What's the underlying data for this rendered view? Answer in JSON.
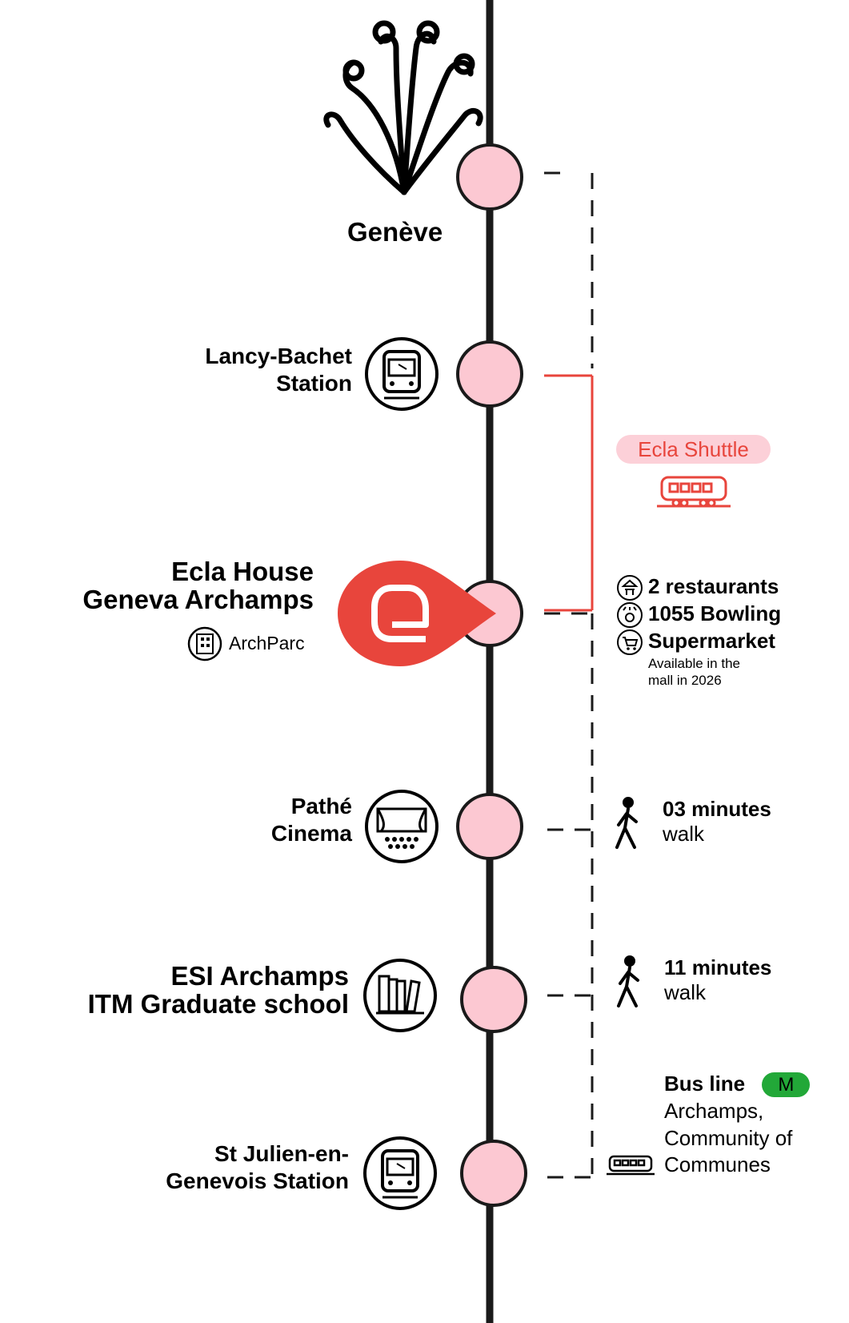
{
  "colors": {
    "line": "#1a1a1a",
    "stop_fill": "#fcc8d2",
    "accent": "#e8453c",
    "shuttle_bg": "#fcd0d8",
    "bus_badge": "#22a838"
  },
  "stations": [
    {
      "label": "Genève",
      "icon": "geneva-fountain-icon"
    },
    {
      "label_line1": "Lancy-Bachet",
      "label_line2": "Station",
      "icon": "train-icon"
    },
    {
      "label_line1": "Ecla House",
      "label_line2": "Geneva Archamps",
      "sub": "ArchParc",
      "icon": "ecla-pin-icon"
    },
    {
      "label_line1": "Pathé",
      "label_line2": "Cinema",
      "icon": "cinema-icon"
    },
    {
      "label_line1": "ESI Archamps",
      "label_line2": "ITM Graduate school",
      "icon": "books-icon"
    },
    {
      "label_line1": "St Julien-en-",
      "label_line2": "Genevois Station",
      "icon": "train-icon"
    }
  ],
  "shuttle": {
    "label": "Ecla Shuttle",
    "icon": "shuttle-bus-icon"
  },
  "amenities": [
    {
      "label": "2 restaurants",
      "icon": "restaurant-icon"
    },
    {
      "label": "1055 Bowling",
      "icon": "bowling-icon"
    },
    {
      "label": "Supermarket",
      "icon": "cart-icon",
      "note_line1": "Available in the",
      "note_line2": "mall in 2026"
    }
  ],
  "walks": [
    {
      "line1": "03 minutes",
      "line2": "walk",
      "icon": "walking-person-icon"
    },
    {
      "line1": "11 minutes",
      "line2": "walk",
      "icon": "walking-person-icon"
    }
  ],
  "bus": {
    "title": "Bus line",
    "badge": "M",
    "line1": "Archamps,",
    "line2": "Community of",
    "line3": "Communes",
    "icon": "bus-icon"
  }
}
